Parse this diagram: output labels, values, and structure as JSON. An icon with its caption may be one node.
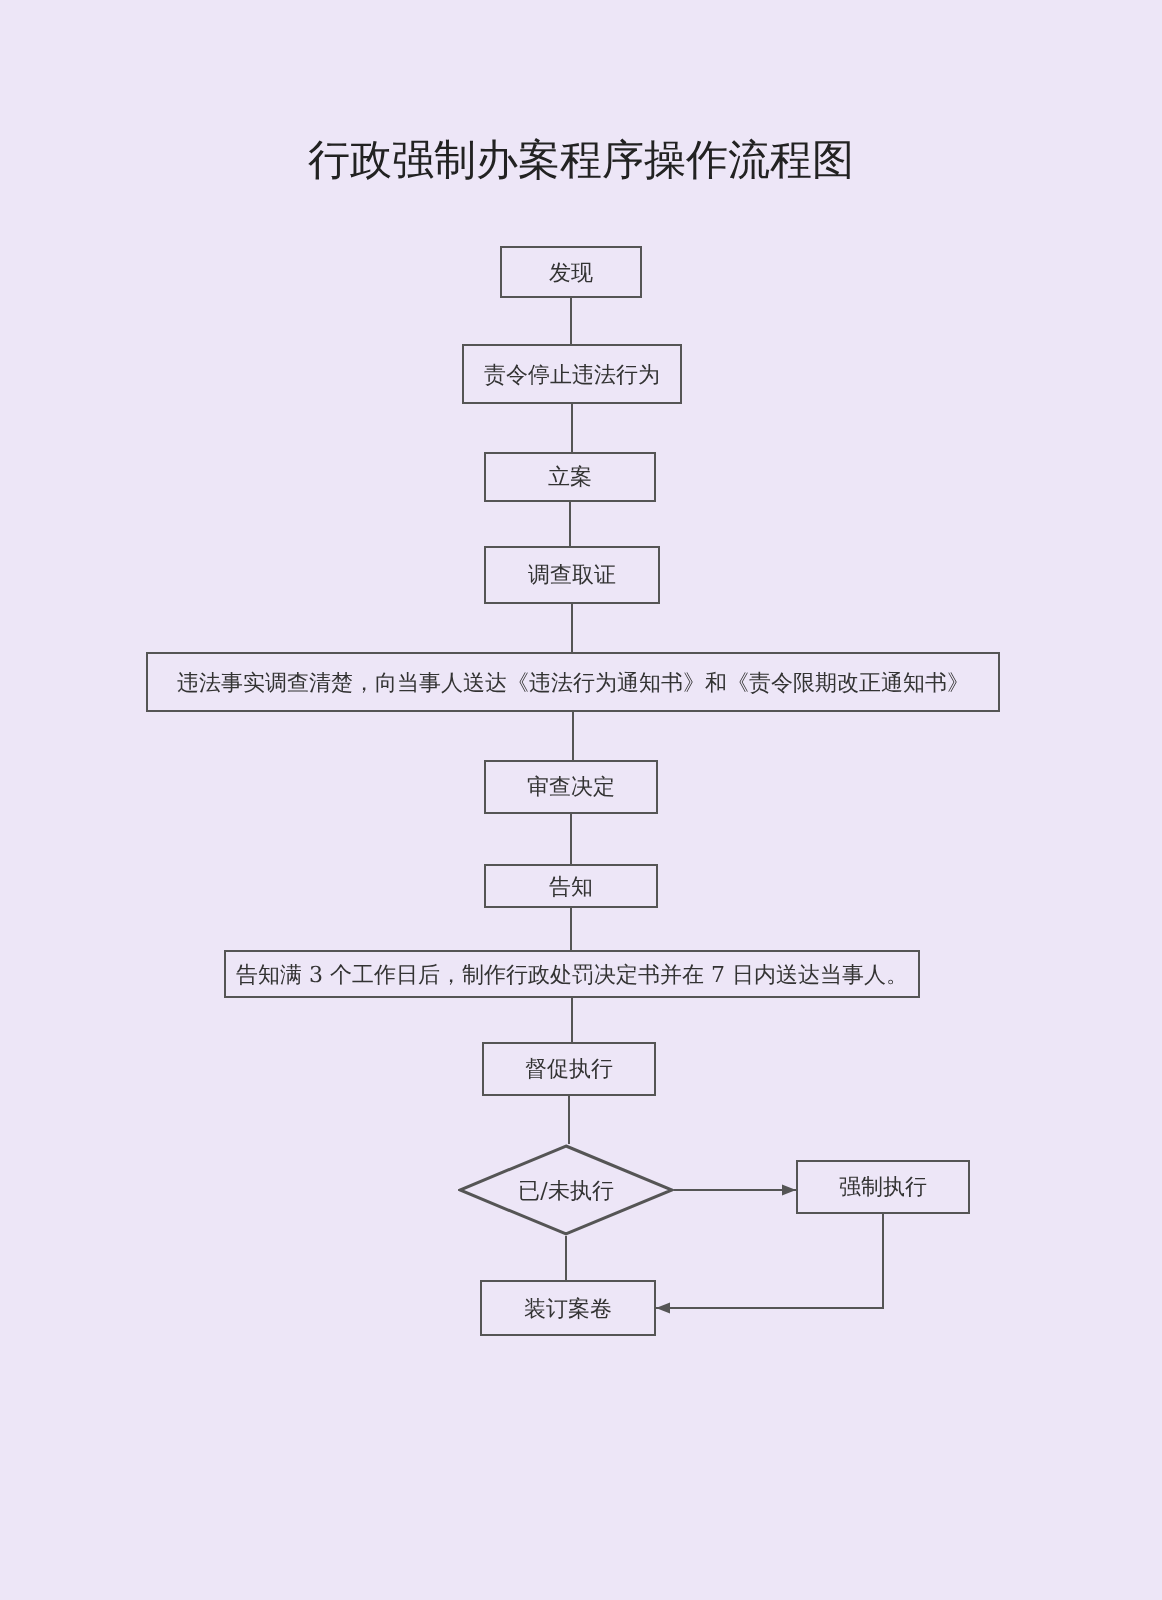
{
  "diagram": {
    "title": "行政强制办案程序操作流程图",
    "nodes": [
      {
        "text": [
          "发现"
        ]
      },
      {
        "text": [
          "责令停止违法行为"
        ]
      },
      {
        "text": [
          "立案"
        ]
      },
      {
        "text": [
          "调查取证"
        ]
      },
      {
        "text": [
          "违法事实调查清楚，向当事人送达《违法行为通知书》和《责令限期改正通知书》"
        ]
      },
      {
        "text": [
          "审查决定"
        ]
      },
      {
        "text": [
          "告知"
        ]
      },
      {
        "text": [
          "告知满 3 个工作日后，制作行政处罚决定书并在 7 日内送达当事人。"
        ]
      },
      {
        "text": [
          "督促执行"
        ]
      },
      {
        "text": [
          "已/未执行"
        ]
      },
      {
        "text": [
          "强制执行"
        ]
      },
      {
        "text": [
          "装订案卷"
        ]
      }
    ],
    "edges": [
      {
        "from": 0,
        "to": 1,
        "arrow": "none"
      },
      {
        "from": 1,
        "to": 2,
        "arrow": "none"
      },
      {
        "from": 2,
        "to": 3,
        "arrow": "none"
      },
      {
        "from": 3,
        "to": 4,
        "arrow": "none"
      },
      {
        "from": 4,
        "to": 5,
        "arrow": "none"
      },
      {
        "from": 5,
        "to": 6,
        "arrow": "none"
      },
      {
        "from": 6,
        "to": 7,
        "arrow": "none"
      },
      {
        "from": 7,
        "to": 8,
        "arrow": "none"
      },
      {
        "from": 8,
        "to": 9,
        "arrow": "none"
      },
      {
        "from": 9,
        "to": 10,
        "arrow": "to"
      },
      {
        "from": 10,
        "to": 11,
        "arrow": "to"
      },
      {
        "from": 9,
        "to": 11,
        "arrow": "none"
      }
    ]
  }
}
